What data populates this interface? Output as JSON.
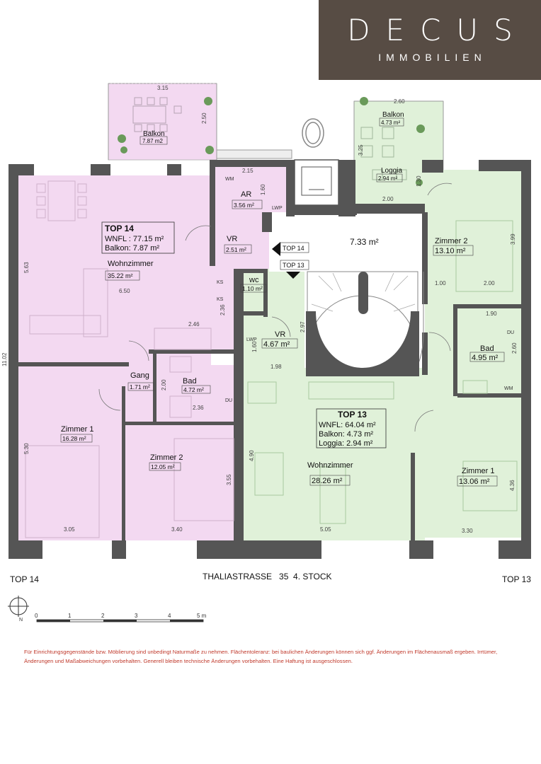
{
  "logo": {
    "brand": "DECUS",
    "sub": "IMMOBILIEN"
  },
  "top14": {
    "title": "TOP 14",
    "wnfl": "WNFL : 77.15 m²",
    "balkon": "Balkon: 7.87 m²",
    "rooms": {
      "wohnzimmer": {
        "name": "Wohnzimmer",
        "area": "35.22 m²"
      },
      "balkon": {
        "name": "Balkon",
        "area": "7.87 m2"
      },
      "ar": {
        "name": "AR",
        "area": "3.56 m²"
      },
      "vr": {
        "name": "VR",
        "area": "2.51 m²"
      },
      "wc": {
        "name": "wc",
        "area": "1.10 m²"
      },
      "gang": {
        "name": "Gang",
        "area": "1.71 m²"
      },
      "bad": {
        "name": "Bad",
        "area": "4.72 m²"
      },
      "zimmer1": {
        "name": "Zimmer 1",
        "area": "16.28 m²"
      },
      "zimmer2": {
        "name": "Zimmer 2",
        "area": "12.05 m²"
      }
    }
  },
  "top13": {
    "title": "TOP 13",
    "wnfl": "WNFL: 64.04 m²",
    "balkon": "Balkon: 4.73 m²",
    "loggia": "Loggia: 2.94 m²",
    "rooms": {
      "balkon": {
        "name": "Balkon",
        "area": "4.73 m²"
      },
      "loggia": {
        "name": "Loggia",
        "area": "2.94 m²"
      },
      "zimmer2": {
        "name": "Zimmer 2",
        "area": "13.10 m²"
      },
      "bad": {
        "name": "Bad",
        "area": "4.95 m²"
      },
      "vr": {
        "name": "VR",
        "area": "4.67 m²"
      },
      "wohnzimmer": {
        "name": "Wohnzimmer",
        "area": "28.26 m²"
      },
      "zimmer1": {
        "name": "Zimmer 1",
        "area": "13.06 m²"
      }
    }
  },
  "stair": {
    "area": "7.33 m²",
    "tag14": "TOP 14",
    "tag13": "TOP 13"
  },
  "fixtures": {
    "wm": "WM",
    "lwp": "LWP",
    "ks": "KS",
    "du": "DU"
  },
  "dims": {
    "d315": "3.15",
    "d250": "2.50",
    "d215": "2.15",
    "d160": "1.60",
    "d563": "5.63",
    "d650": "6.50",
    "d236": "2.36",
    "d246": "2.46",
    "d1102": "11.02",
    "d200": "2.00",
    "d236b": "2.36",
    "d530": "5.30",
    "d305": "3.05",
    "d340": "3.40",
    "d355": "3.55",
    "d260": "2.60",
    "d325": "3.25",
    "d200b": "2.00",
    "d130": "1.30",
    "d399": "3.99",
    "d100": "1.00",
    "d200c": "2.00",
    "d190": "1.90",
    "d260b": "2.60",
    "d297": "2.97",
    "d160b": "1.60",
    "d198": "1.98",
    "d490": "4.90",
    "d505": "5.05",
    "d436": "4.36",
    "d330": "3.30"
  },
  "footer": {
    "left": "TOP 14",
    "center": "THALIASTRASSE   35  4. STOCK",
    "right": "TOP 13",
    "north": "N",
    "scale": [
      "0",
      "1",
      "2",
      "3",
      "4",
      "5 m"
    ],
    "disclaimer": "Für Einrichtungsgegenstände bzw. Möblierung sind unbedingt Naturmaße zu nehmen.  Flächentoleranz: bei baulichen Änderungen können sich ggf. Änderungen im Flächenausmaß ergeben. Irrtümer, Änderungen und Maßabweichungen vorbehalten. Generell bleiben technische Änderungen vorbehalten. Eine Haftung ist ausgeschlossen."
  },
  "colors": {
    "top14": "#f3d9f1",
    "top13": "#e0f1d9",
    "wall": "#555555",
    "logo": "#574c44",
    "disclaimer": "#c0392b"
  }
}
